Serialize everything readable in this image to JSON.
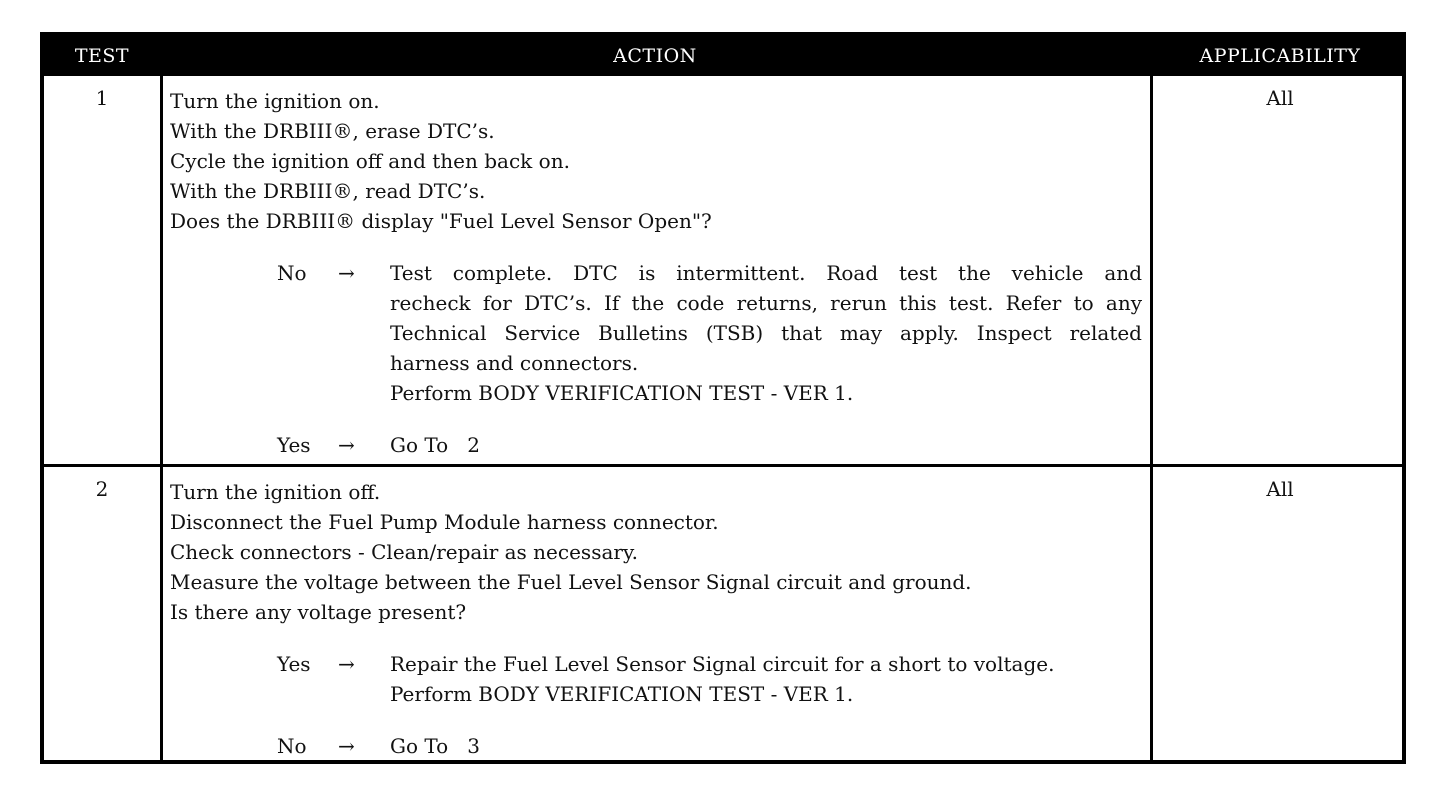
{
  "header": {
    "test": "TEST",
    "action": "ACTION",
    "applicability": "APPLICABILITY"
  },
  "rows": [
    {
      "test": "1",
      "applicability": "All",
      "instructions": [
        "Turn the ignition on.",
        "With the DRBIII®, erase DTC’s.",
        "Cycle the ignition off and then back on.",
        "With the DRBIII®, read DTC’s.",
        "Does the DRBIII® display \"Fuel Level Sensor Open\"?"
      ],
      "answers": [
        {
          "label": "No",
          "arrow": "→",
          "lines": [
            "Test complete. DTC is intermittent. Road test the vehicle and",
            "recheck for DTC’s. If the code returns, rerun this test. Refer to any",
            "Technical Service Bulletins (TSB) that may apply. Inspect related",
            "harness and connectors.",
            "Perform BODY VERIFICATION TEST - VER 1."
          ]
        },
        {
          "label": "Yes",
          "arrow": "→",
          "lines": [
            "Go To   2"
          ]
        }
      ]
    },
    {
      "test": "2",
      "applicability": "All",
      "instructions": [
        "Turn the ignition off.",
        "Disconnect the Fuel Pump Module harness connector.",
        "Check connectors - Clean/repair as necessary.",
        "Measure the voltage between the Fuel Level Sensor Signal circuit and ground.",
        "Is there any voltage present?"
      ],
      "answers": [
        {
          "label": "Yes",
          "arrow": "→",
          "lines": [
            "Repair the Fuel Level Sensor Signal circuit for a short to voltage.",
            "Perform BODY VERIFICATION TEST - VER 1."
          ]
        },
        {
          "label": "No",
          "arrow": "→",
          "lines": [
            "Go To   3"
          ]
        }
      ]
    }
  ]
}
